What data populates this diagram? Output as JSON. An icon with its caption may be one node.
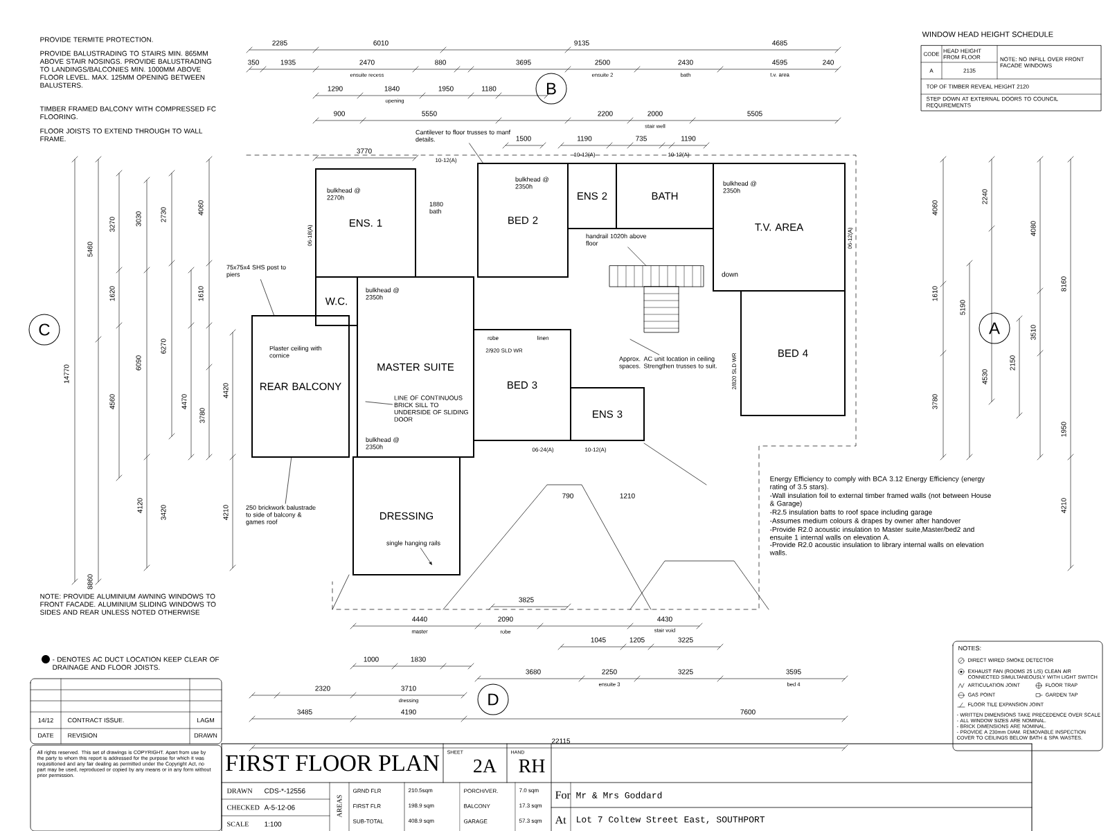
{
  "diagram": {
    "title": "FIRST FLOOR PLAN",
    "nodes": [
      {
        "text": [
          "ENS. 1"
        ]
      },
      {
        "text": [
          "BED 2"
        ]
      },
      {
        "text": [
          "ENS 2"
        ]
      },
      {
        "text": [
          "BATH"
        ]
      },
      {
        "text": [
          "T.V. AREA"
        ]
      },
      {
        "text": [
          "W.C."
        ]
      },
      {
        "text": [
          "MASTER SUITE"
        ]
      },
      {
        "text": [
          "REAR BALCONY"
        ]
      },
      {
        "text": [
          "BED 3"
        ]
      },
      {
        "text": [
          "ENS 3"
        ]
      },
      {
        "text": [
          "BED 4"
        ]
      },
      {
        "text": [
          "DRESSING"
        ]
      },
      {
        "text": [
          "C"
        ]
      },
      {
        "text": [
          "B"
        ]
      },
      {
        "text": [
          "A"
        ]
      },
      {
        "text": [
          "D"
        ]
      },
      {
        "text": [
          "75x75x4 SHS post to piers"
        ]
      },
      {
        "text": [
          "Cantilever to floor trusses to manf details."
        ]
      },
      {
        "text": [
          "LINE OF CONTINUOUS BRICK SILL TO UNDERSIDE OF SLIDING DOOR"
        ],
        "in": 6
      },
      {
        "text": [
          "250 brickwork balustrade to side of balcony & games roof"
        ]
      },
      {
        "text": [
          "single hanging rails"
        ],
        "in": 11
      },
      {
        "text": [
          "Approx. AC unit location in ceiling spaces. Strengthen trusses to suit."
        ]
      },
      {
        "text": [
          "handrail 1020h above floor"
        ]
      },
      {
        "text": [],
        "shape": "stairs"
      }
    ],
    "edges": [
      {
        "from": 16,
        "to": 7,
        "arrow": "none"
      },
      {
        "from": 17,
        "to": 1,
        "arrow": "none"
      },
      {
        "from": 18,
        "to": null,
        "arrow": "none"
      },
      {
        "from": 19,
        "to": 7,
        "arrow": "none"
      },
      {
        "from": 20,
        "to": null,
        "arrow": "to"
      },
      {
        "from": 21,
        "to": null,
        "arrow": "none"
      },
      {
        "from": 22,
        "to": 23,
        "arrow": "none"
      }
    ],
    "labels": [
      "PROVIDE TERMITE PROTECTION.",
      "PROVIDE BALUSTRADING TO STAIRS MIN. 865MM ABOVE STAIR NOSINGS. PROVIDE BALUSTRADING TO LANDINGS/BALCONIES MIN. 1000MM ABOVE FLOOR LEVEL. MAX. 125MM OPENING BETWEEN BALUSTERS.",
      "TIMBER FRAMED BALCONY WITH COMPRESSED FC FLOORING.",
      "FLOOR JOISTS TO EXTEND THROUGH TO WALL FRAME.",
      "NOTE: PROVIDE ALUMINIUM AWNING WINDOWS TO FRONT FACADE. ALUMINIUM SLIDING WINDOWS TO SIDES AND REAR UNLESS NOTED OTHERWISE",
      "WINDOW HEAD HEIGHT SCHEDULE",
      "CODE",
      "HEAD HEIGHT FROM FLOOR",
      "NOTE: NO INFILL OVER FRONT FACADE WINDOWS",
      "A",
      "2135",
      "TOP OF TIMBER REVEAL HEIGHT 2120",
      "STEP DOWN AT EXTERNAL DOORS TO COUNCIL REQUIREMENTS",
      "bulkhead @ 2270h",
      "1880 bath",
      "bulkhead @ 2350h",
      "bulkhead @ 2350h",
      "bulkhead @ 2350h",
      "Plaster ceiling with cornice",
      "bulkhead @ 2350h",
      "down",
      "2/920 SLD WR",
      "robe",
      "linen",
      "2/820 SLD WR",
      "10-12(A)",
      "10-12(A)",
      "10-12(A)",
      "06-24(A)",
      "10-12(A)",
      "06-18(A)",
      "06-12(A)",
      "2285",
      "6010",
      "9135",
      "4685",
      "350",
      "1935",
      "2470",
      "880",
      "3695",
      "2500",
      "2430",
      "4595",
      "240",
      "1290",
      "1840",
      "1950",
      "1180",
      "900",
      "5550",
      "2200",
      "2000",
      "5505",
      "3770",
      "1500",
      "1190",
      "735",
      "1190",
      "14770",
      "5460",
      "8860",
      "3270",
      "1620",
      "4560",
      "3030",
      "6090",
      "2730",
      "6270",
      "4470",
      "4060",
      "1610",
      "4420",
      "4210",
      "4120",
      "3420",
      "3780",
      "4060",
      "2240",
      "4080",
      "8160",
      "5190",
      "4530",
      "3510",
      "2150",
      "3780",
      "1950",
      "4210",
      "1610",
      "3825",
      "4440",
      "2090",
      "4430",
      "1045",
      "1205",
      "3225",
      "3680",
      "1000",
      "1830",
      "2250",
      "3225",
      "3595",
      "2320",
      "3710",
      "3485",
      "4190",
      "7600",
      "22115",
      "790",
      "1210",
      "Energy Efficiency to comply with BCA 3.12 Energy Efficiency (energy rating of 3.5 stars).",
      "-Wall insulation foil to external timber framed walls (not between House & Garage)",
      "-R2.5 insulation batts to roof space including garage",
      "-Assumes medium colours & drapes by owner after handover",
      "-Provide R2.0 acoustic insulation to Master suite,Master/bed2 and ensuite 1 internal walls on elevation A.",
      "-Provide R2.0 acoustic insulation to library internal walls on elevation walls.",
      "14/12",
      "CONTRACT ISSUE.",
      "LAGM",
      "DATE",
      "REVISION",
      "DRAWN",
      "All rights reserved. This set of drawings is COPYRIGHT. Apart from use by the party to whom this report is addressed for the purpose for which it was requisitioned and any fair dealing as permitted under the Copyright Act, no part may be used, reproduced or copied by any means or in any form without prior permission.",
      "SHEET",
      "2A",
      "HAND",
      "RH",
      "DRAWN",
      "CDS-*-12556",
      "CHECKED",
      "A-5-12-06",
      "SCALE",
      "1:100",
      "AREAS",
      "GRND FLR",
      "210.5sqm",
      "PORCH/VER.",
      "7.0 sqm",
      "FIRST FLR",
      "198.9 sqm",
      "BALCONY",
      "17.3 sqm",
      "SUB-TOTAL",
      "408.9 sqm",
      "GARAGE",
      "57.3 sqm",
      "For",
      "Mr & Mrs Goddard",
      "At",
      "Lot 7 Coltew Street East, SOUTHPORT",
      "NOTES:",
      "- WRITTEN DIMENSIONS TAKE PRECEDENCE OVER SCALE",
      "- ALL WINDOW SIZES ARE NOMINAL.",
      "- BRICK DIMENSIONS ARE NOMINAL.",
      "- PROVIDE A 230mm DIAM. REMOVABLE INSPECTION COVER TO CEILINGS BELOW BATH & SPA WASTES.",
      "master",
      "stair void",
      "ensuite 3",
      "bed 4",
      "dressing",
      "robe",
      "stair well",
      "ensuite 2",
      "bath",
      "t.v. area",
      "opening",
      "ensuite recess"
    ],
    "legend": [
      {
        "text": "DIRECT WIRED SMOKE DETECTOR"
      },
      {
        "text": "EXHAUST FAN (ROOMS 25 L/S) CLEAN AIR CONNECTED SIMULTANEOUSLY WITH LIGHT SWITCH"
      },
      {
        "text": "ARTICULATION JOINT"
      },
      {
        "text": "FLOOR TRAP"
      },
      {
        "text": "GAS POINT"
      },
      {
        "text": "GARDEN TAP"
      },
      {
        "text": "FLOOR TILE EXPANSION JOINT"
      },
      {
        "text": "- DENOTES AC DUCT LOCATION KEEP CLEAR OF DRAINAGE AND FLOOR JOISTS."
      }
    ]
  }
}
